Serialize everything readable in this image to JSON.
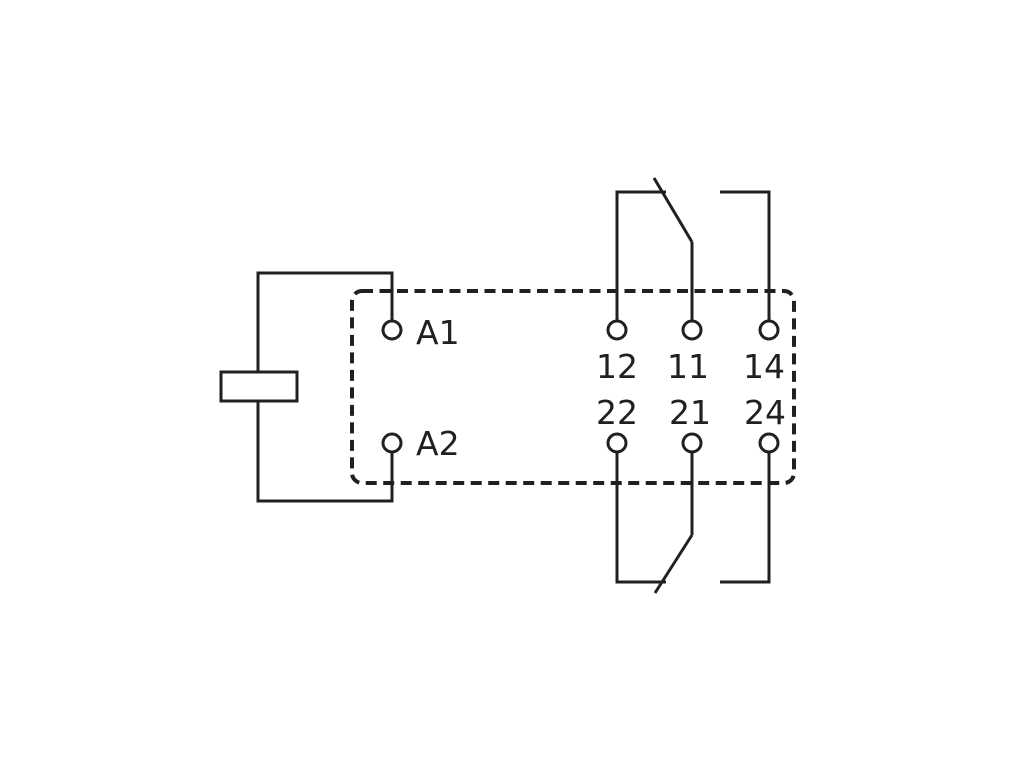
{
  "diagram": {
    "labels": {
      "a1": "A1",
      "a2": "A2",
      "t12": "12",
      "t11": "11",
      "t14": "14",
      "t22": "22",
      "t21": "21",
      "t24": "24"
    }
  },
  "colors": {
    "line": "#231f20",
    "background": "#ffffff"
  }
}
